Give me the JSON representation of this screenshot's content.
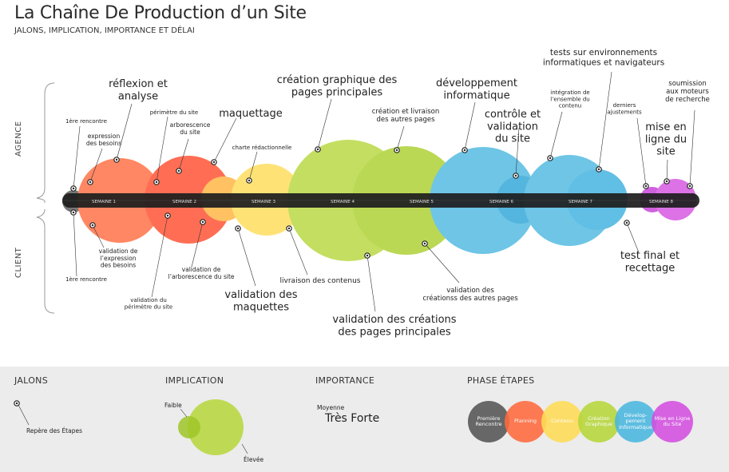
{
  "title": "La Chaîne De Production d’un Site",
  "subtitle": "JALONS, IMPLICATION, IMPORTANCE ET DÉLAI",
  "side_labels": {
    "top": "AGENCE",
    "bottom": "CLIENT"
  },
  "colors": {
    "bar": "#222222",
    "grey": "#555555",
    "orange": "#ff6a3d",
    "red": "#ff4a2a",
    "yellow": "#ffdc55",
    "green": "#b6d73a",
    "blue": "#4ab7e0",
    "purple": "#d44fe0"
  },
  "weeks": [
    "SEMAINE 1",
    "SEMAINE 2",
    "SEMAINE 3",
    "SEMAINE 4",
    "SEMAINE 5",
    "SEMAINE 6",
    "SEMAINE 7",
    "SEMAINE 8"
  ],
  "agency_labels": {
    "l1": "1ère rencontre",
    "l2": "expression des besoins",
    "l3": "réflexion et analyse",
    "l4": "périmètre du site",
    "l5": "arborescence du site",
    "l6": "maquettage",
    "l7": "charte rédactionnelle",
    "l8": "création graphique des pages principales",
    "l9": "création et livraison des autres pages",
    "l10": "développement informatique",
    "l11": "contrôle et validation du site",
    "l12": "intégration de l’ensemble du contenu",
    "l13": "tests sur environnements informatiques et navigateurs",
    "l14": "derniers ajustements",
    "l15": "soumission aux moteurs de recherche",
    "l16": "mise en ligne du site"
  },
  "client_labels": {
    "c1": "1ère rencontre",
    "c2": "validation de l’expression des besoins",
    "c3": "validation du périmètre du site",
    "c4": "validation de l’arborescence du site",
    "c5": "validation des maquettes",
    "c6": "livraison des contenus",
    "c7": "validation des créations des pages principales",
    "c8": "validation des créationss des autres pages",
    "c9": "test final et recettage"
  },
  "legend": {
    "jalons": {
      "heading": "JALONS",
      "label": "Repère des Étapes"
    },
    "implication": {
      "heading": "IMPLICATION",
      "low": "Faible",
      "high": "Élevée"
    },
    "importance": {
      "heading": "IMPORTANCE",
      "medium": "Moyenne",
      "strong": "Très Forte"
    },
    "phases": {
      "heading": "PHASE ÉTAPES",
      "items": [
        {
          "label": "Première Rencontre",
          "color": "#555555"
        },
        {
          "label": "Planning",
          "color": "#ff6a3d"
        },
        {
          "label": "Contenu",
          "color": "#ffdc55"
        },
        {
          "label": "Création Graphique",
          "color": "#b6d73a"
        },
        {
          "label": "Dévelop-pement Informatique",
          "color": "#4ab7e0"
        },
        {
          "label": "Mise en Ligne du Site",
          "color": "#d44fe0"
        }
      ]
    }
  }
}
